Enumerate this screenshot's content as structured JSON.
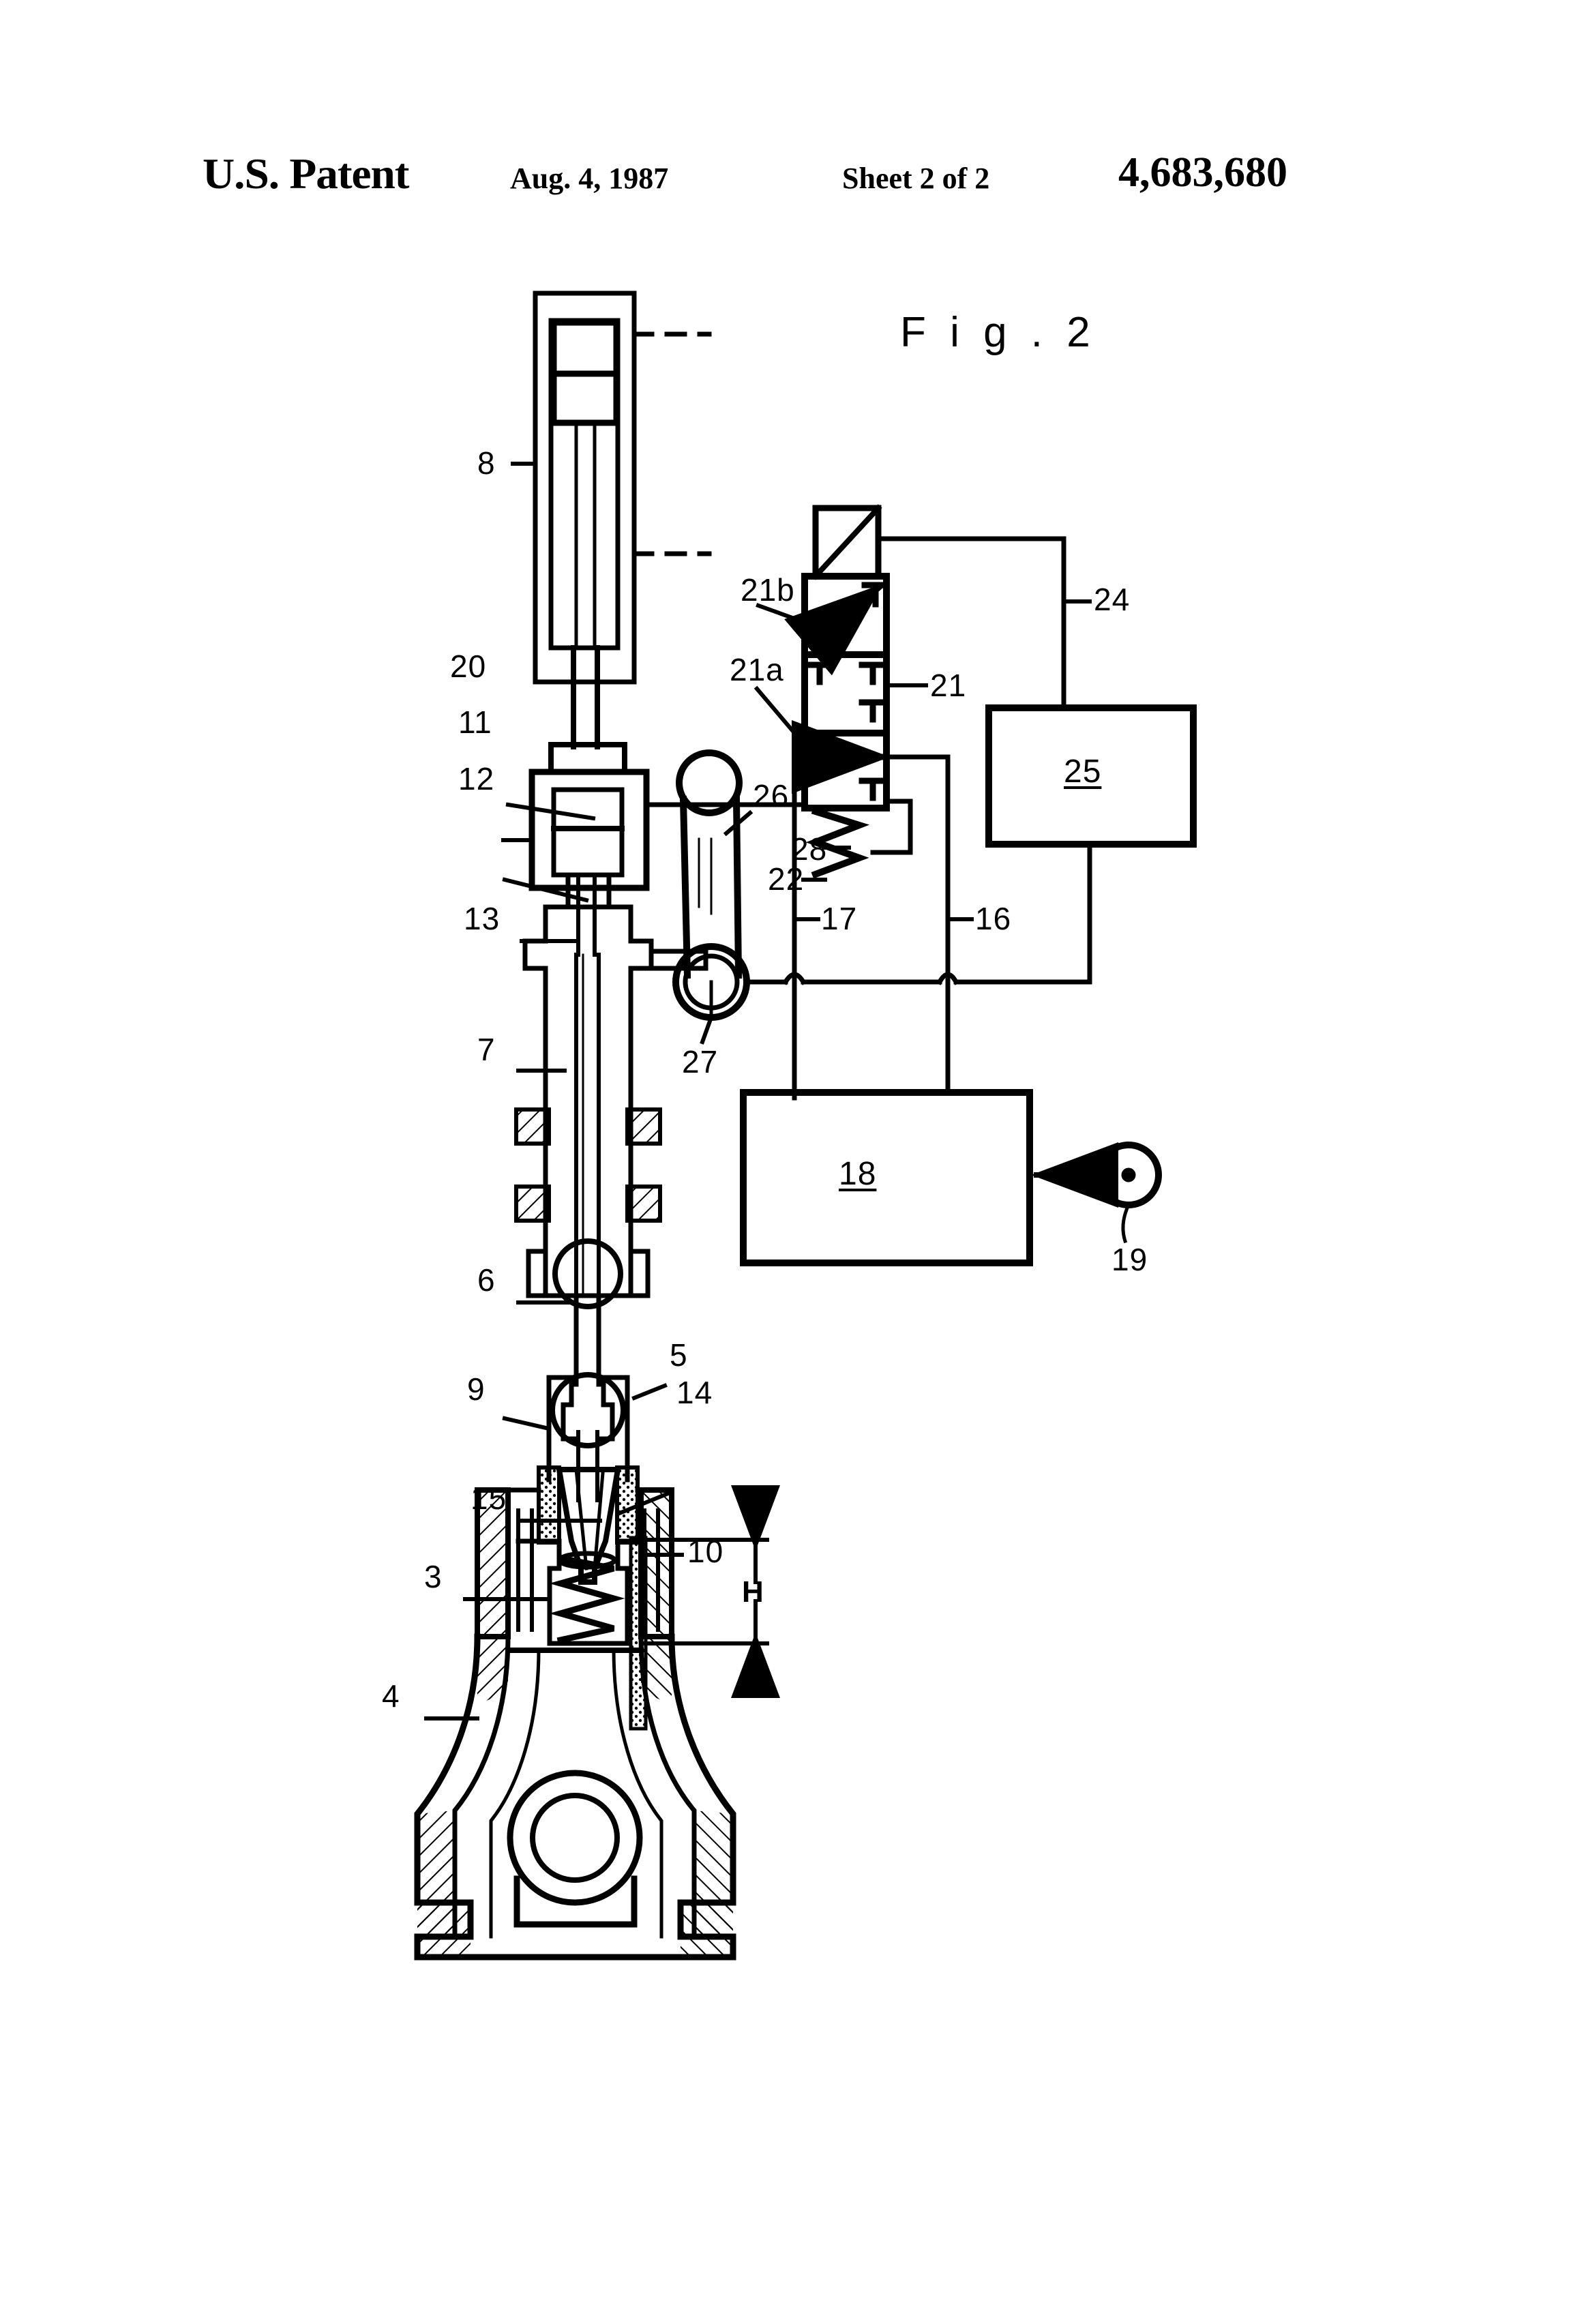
{
  "header": {
    "office": "U.S. Patent",
    "date": "Aug. 4, 1987",
    "sheet": "Sheet 2 of 2",
    "patent_number": "4,683,680"
  },
  "figure": {
    "title": "F i g . 2"
  },
  "reference_numerals": {
    "n3": "3",
    "n4": "4",
    "n5": "5",
    "n6": "6",
    "n7": "7",
    "n8": "8",
    "n9": "9",
    "n10": "10",
    "n11": "11",
    "n12": "12",
    "n13": "13",
    "n14": "14",
    "n15": "15",
    "n16": "16",
    "n17": "17",
    "n18": "18",
    "n19": "19",
    "n20": "20",
    "n21": "21",
    "n21a": "21a",
    "n21b": "21b",
    "n22": "22",
    "n24": "24",
    "n25": "25",
    "n26": "26",
    "n27": "27",
    "n28": "28",
    "dimension_H": "H"
  },
  "colors": {
    "ink": "#000000",
    "paper": "#ffffff"
  }
}
